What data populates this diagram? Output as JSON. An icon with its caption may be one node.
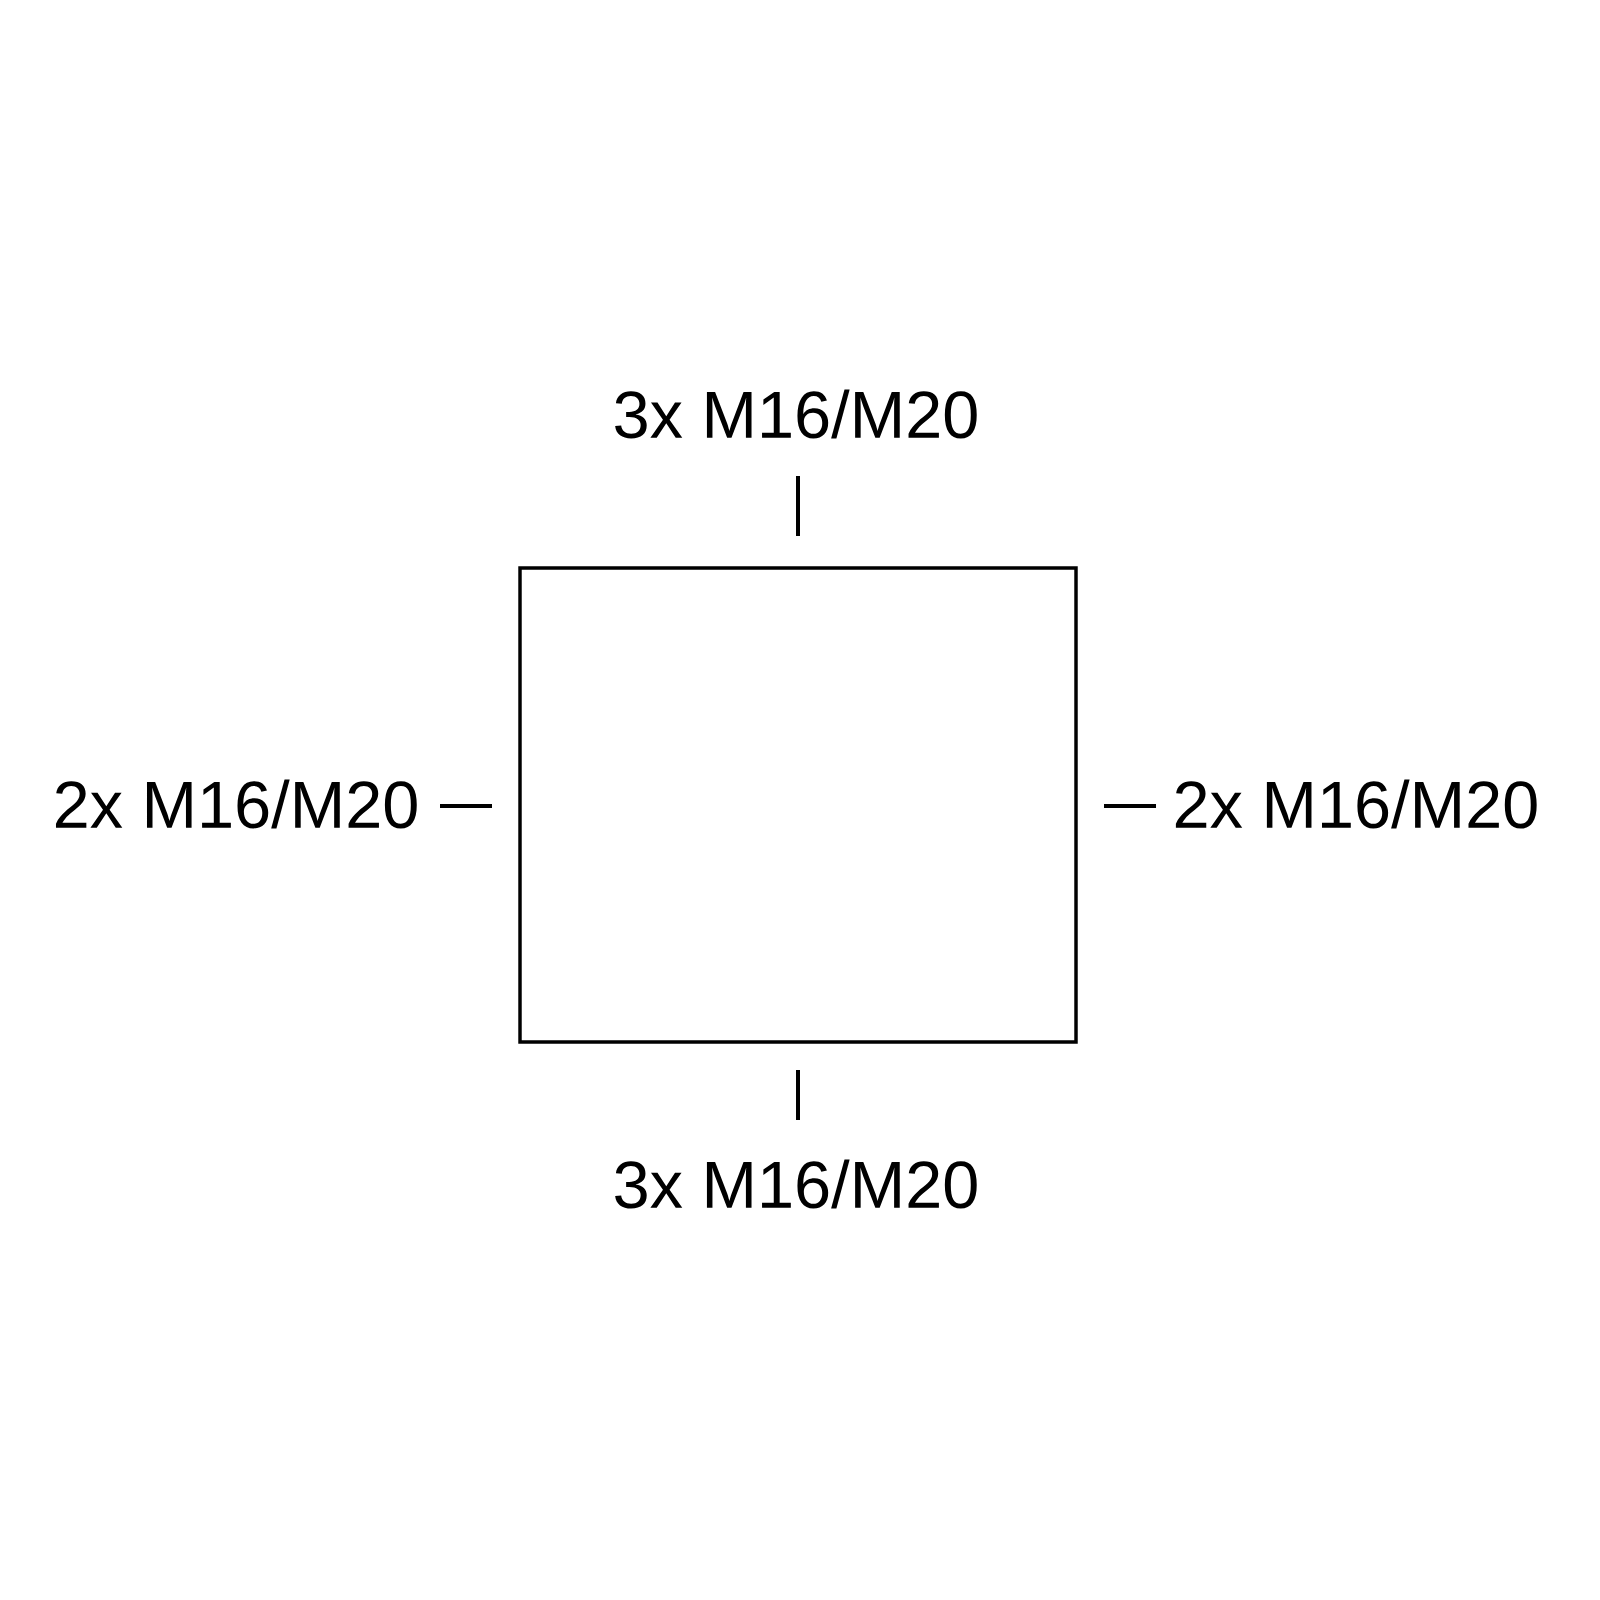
{
  "diagram": {
    "nodes": [
      {
        "text": [],
        "shape": "box"
      }
    ],
    "labels": [
      "3x M16/M20",
      "2x M16/M20",
      "2x M16/M20",
      "3x M16/M20"
    ]
  }
}
